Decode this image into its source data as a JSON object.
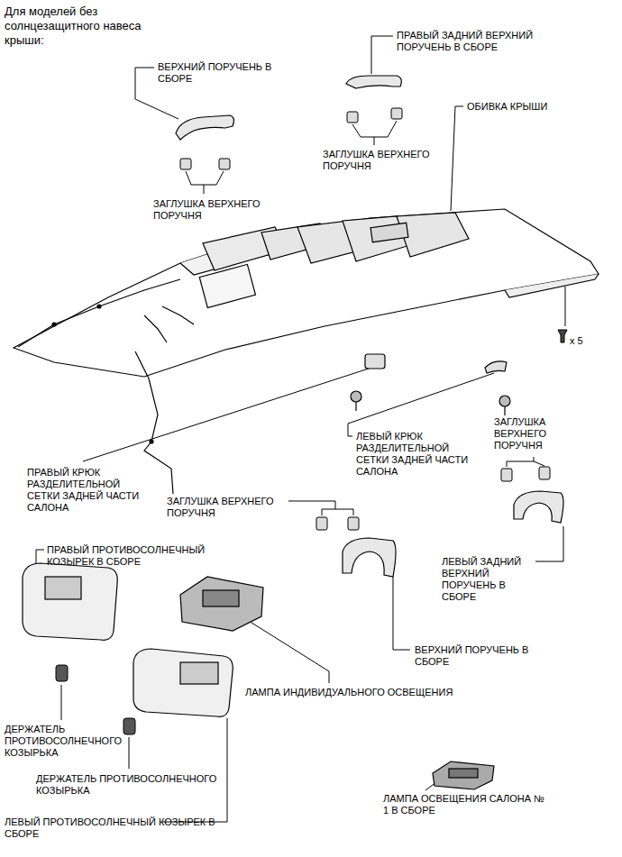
{
  "diagram": {
    "title": "Для моделей без солнцезащитного навеса крыши:",
    "labels": [
      "ВЕРХНИЙ ПОРУЧЕНЬ В СБОРЕ",
      "ПРАВЫЙ ЗАДНИЙ ВЕРХНИЙ ПОРУЧЕНЬ В СБОРЕ",
      "ОБИВКА КРЫШИ",
      "ЗАГЛУШКА ВЕРХНЕГО ПОРУЧНЯ",
      "ЗАГЛУШКА ВЕРХНЕГО ПОРУЧНЯ",
      "x 5",
      "ЛЕВЫЙ КРЮК РАЗДЕЛИТЕЛЬНОЙ СЕТКИ ЗАДНЕЙ ЧАСТИ САЛОНА",
      "ЗАГЛУШКА ВЕРХНЕГО ПОРУЧНЯ",
      "ПРАВЫЙ КРЮК РАЗДЕЛИТЕЛЬНОЙ СЕТКИ ЗАДНЕЙ ЧАСТИ САЛОНА",
      "ЗАГЛУШКА ВЕРХНЕГО ПОРУЧНЯ",
      "ПРАВЫЙ ПРОТИВОСОЛНЕЧНЫЙ КОЗЫРЕК В СБОРЕ",
      "ЛЕВЫЙ ЗАДНИЙ ВЕРХНИЙ ПОРУЧЕНЬ В СБОРЕ",
      "ВЕРХНИЙ ПОРУЧЕНЬ В СБОРЕ",
      "ЛАМПА ИНДИВИДУАЛЬНОГО ОСВЕЩЕНИЯ",
      "ДЕРЖАТЕЛЬ ПРОТИВОСОЛНЕЧНОГО КОЗЫРЬКА",
      "ДЕРЖАТЕЛЬ ПРОТИВОСОЛНЕЧНОГО КОЗЫРЬКА",
      "ЛАМПА ОСВЕЩЕНИЯ САЛОНА № 1 В СБОРЕ",
      "ЛЕВЫЙ ПРОТИВОСОЛНЕЧНЫЙ КОЗЫРЕК В СБОРЕ"
    ]
  }
}
